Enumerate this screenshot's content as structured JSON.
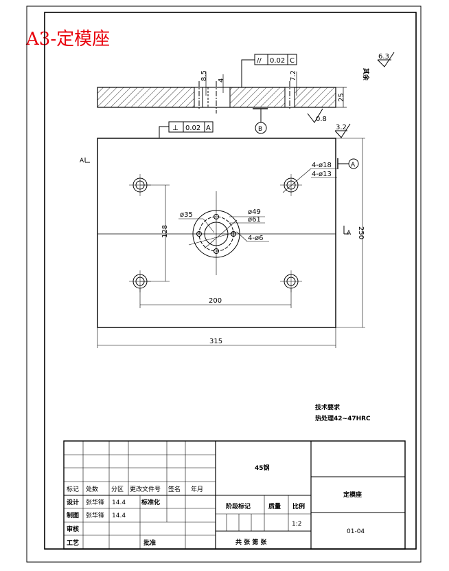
{
  "title": "A3-定模座",
  "roughness": {
    "other": "6.3",
    "other_note": "其余",
    "top": "3.2",
    "side": "0.8"
  },
  "tolerances": {
    "parallel": {
      "symbol": "//",
      "value": "0.02",
      "datum": "C"
    },
    "perpendicular": {
      "symbol": "⊥",
      "value": "0.02",
      "datum": "A"
    }
  },
  "datums": {
    "b": "B",
    "a": "A",
    "section": "A"
  },
  "dims": {
    "d85": "8.5",
    "d4": "4",
    "d72": "7.2",
    "d25": "25",
    "d315": "315",
    "d250": "250",
    "d200": "200",
    "d128": "128",
    "holes18": "4-ø18",
    "holes13": "4-ø13",
    "d49": "ø49",
    "d61": "ø61",
    "d35": "ø35",
    "holes6": "4-ø6"
  },
  "notes": {
    "title": "技术要求",
    "item": "热处理42~47HRC"
  },
  "title_block": {
    "material": "45钢",
    "part_name": "定模座",
    "drawing_no": "01-04",
    "scale_label": "比例",
    "scale": "1:2",
    "stage_mark": "阶段标记",
    "weight": "质量",
    "sheets": "共    张     第    张",
    "hdr": [
      "标记",
      "处数",
      "分区",
      "更改文件号",
      "签名",
      "年月"
    ],
    "design": "设计",
    "designer": "张华锋",
    "design_date": "14.4",
    "standard": "标准化",
    "drawing": "制图",
    "drafter": "张华锋",
    "draw_date": "14.4",
    "review": "审核",
    "process": "工艺",
    "approve": "批准"
  }
}
